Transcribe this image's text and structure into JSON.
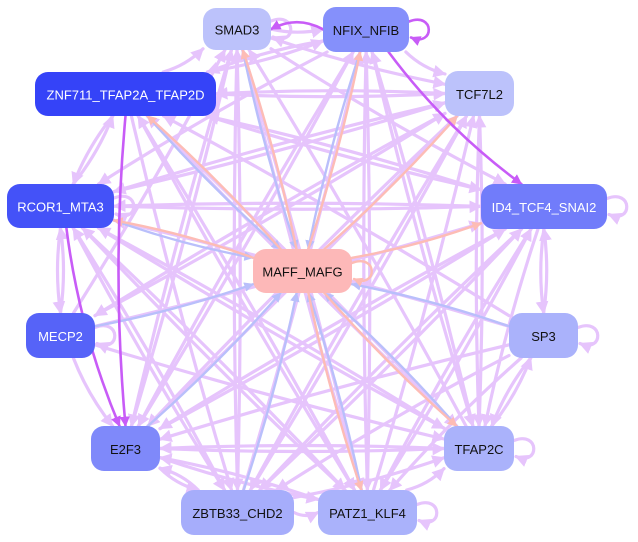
{
  "diagram": {
    "type": "directed-network",
    "nodes": [
      {
        "id": "SMAD3",
        "label": "SMAD3",
        "fill": "#bcc2fb",
        "text_color": "#111111"
      },
      {
        "id": "NFIX_NFIB",
        "label": "NFIX_NFIB",
        "fill": "#8590fb",
        "text_color": "#111111"
      },
      {
        "id": "ZNF711_TFAP2A_TFAP2D",
        "label": "ZNF711_TFAP2A_TFAP2D",
        "fill": "#3543f8",
        "text_color": "#ffffff"
      },
      {
        "id": "TCF7L2",
        "label": "TCF7L2",
        "fill": "#bcc2fb",
        "text_color": "#111111"
      },
      {
        "id": "RCOR1_MTA3",
        "label": "RCOR1_MTA3",
        "fill": "#4452f8",
        "text_color": "#ffffff"
      },
      {
        "id": "ID4_TCF4_SNAI2",
        "label": "ID4_TCF4_SNAI2",
        "fill": "#717cfa",
        "text_color": "#ffffff"
      },
      {
        "id": "MAFF_MAFG",
        "label": "MAFF_MAFG",
        "fill": "#fdb8b8",
        "text_color": "#111111"
      },
      {
        "id": "MECP2",
        "label": "MECP2",
        "fill": "#5663f8",
        "text_color": "#ffffff"
      },
      {
        "id": "SP3",
        "label": "SP3",
        "fill": "#aab2fb",
        "text_color": "#111111"
      },
      {
        "id": "E2F3",
        "label": "E2F3",
        "fill": "#7f89fa",
        "text_color": "#111111"
      },
      {
        "id": "TFAP2C",
        "label": "TFAP2C",
        "fill": "#aab2fb",
        "text_color": "#111111"
      },
      {
        "id": "ZBTB33_CHD2",
        "label": "ZBTB33_CHD2",
        "fill": "#a6adfb",
        "text_color": "#111111"
      },
      {
        "id": "PATZ1_KLF4",
        "label": "PATZ1_KLF4",
        "fill": "#aab2fb",
        "text_color": "#111111"
      }
    ],
    "edge_colors": {
      "regular": "#e6c4fc",
      "strong": "#c85cf7",
      "activating": "#fdbcb5",
      "repressing": "#b9bffb"
    },
    "edges": [
      {
        "from": "NFIX_NFIB",
        "to": "SMAD3",
        "kind": "strong"
      },
      {
        "from": "SMAD3",
        "to": "NFIX_NFIB",
        "kind": "regular"
      },
      {
        "from": "NFIX_NFIB",
        "to": "NFIX_NFIB",
        "kind": "strong"
      },
      {
        "from": "SMAD3",
        "to": "SMAD3",
        "kind": "regular"
      },
      {
        "from": "NFIX_NFIB",
        "to": "TCF7L2",
        "kind": "regular"
      },
      {
        "from": "NFIX_NFIB",
        "to": "ID4_TCF4_SNAI2",
        "kind": "strong"
      },
      {
        "from": "ID4_TCF4_SNAI2",
        "to": "ID4_TCF4_SNAI2",
        "kind": "regular"
      },
      {
        "from": "SP3",
        "to": "SP3",
        "kind": "regular"
      },
      {
        "from": "TFAP2C",
        "to": "TFAP2C",
        "kind": "regular"
      },
      {
        "from": "PATZ1_KLF4",
        "to": "PATZ1_KLF4",
        "kind": "regular"
      },
      {
        "from": "ZBTB33_CHD2",
        "to": "PATZ1_KLF4",
        "kind": "regular"
      },
      {
        "from": "MAFF_MAFG",
        "to": "MAFF_MAFG",
        "kind": "activating"
      },
      {
        "from": "ZNF711_TFAP2A_TFAP2D",
        "to": "RCOR1_MTA3",
        "kind": "regular"
      },
      {
        "from": "RCOR1_MTA3",
        "to": "ZNF711_TFAP2A_TFAP2D",
        "kind": "regular"
      },
      {
        "from": "ZNF711_TFAP2A_TFAP2D",
        "to": "E2F3",
        "kind": "strong"
      },
      {
        "from": "RCOR1_MTA3",
        "to": "E2F3",
        "kind": "strong"
      },
      {
        "from": "RCOR1_MTA3",
        "to": "MECP2",
        "kind": "regular"
      },
      {
        "from": "MECP2",
        "to": "RCOR1_MTA3",
        "kind": "regular"
      },
      {
        "from": "MECP2",
        "to": "E2F3",
        "kind": "regular"
      },
      {
        "from": "ID4_TCF4_SNAI2",
        "to": "SP3",
        "kind": "regular"
      },
      {
        "from": "SP3",
        "to": "ID4_TCF4_SNAI2",
        "kind": "regular"
      },
      {
        "from": "SP3",
        "to": "TFAP2C",
        "kind": "regular"
      },
      {
        "from": "TFAP2C",
        "to": "SP3",
        "kind": "regular"
      },
      {
        "from": "MAFF_MAFG",
        "to": "ZNF711_TFAP2A_TFAP2D",
        "kind": "activating"
      },
      {
        "from": "MAFF_MAFG",
        "to": "RCOR1_MTA3",
        "kind": "activating"
      },
      {
        "from": "MAFF_MAFG",
        "to": "TCF7L2",
        "kind": "activating"
      },
      {
        "from": "MAFF_MAFG",
        "to": "ID4_TCF4_SNAI2",
        "kind": "activating"
      },
      {
        "from": "MAFF_MAFG",
        "to": "TFAP2C",
        "kind": "activating"
      },
      {
        "from": "MAFF_MAFG",
        "to": "PATZ1_KLF4",
        "kind": "activating"
      },
      {
        "from": "MAFF_MAFG",
        "to": "SMAD3",
        "kind": "activating"
      },
      {
        "from": "MAFF_MAFG",
        "to": "NFIX_NFIB",
        "kind": "activating"
      },
      {
        "from": "NFIX_NFIB",
        "to": "MAFF_MAFG",
        "kind": "repressing"
      },
      {
        "from": "SMAD3",
        "to": "MAFF_MAFG",
        "kind": "repressing"
      },
      {
        "from": "ZNF711_TFAP2A_TFAP2D",
        "to": "MAFF_MAFG",
        "kind": "repressing"
      },
      {
        "from": "RCOR1_MTA3",
        "to": "MAFF_MAFG",
        "kind": "repressing"
      },
      {
        "from": "MECP2",
        "to": "MAFF_MAFG",
        "kind": "repressing"
      },
      {
        "from": "SP3",
        "to": "MAFF_MAFG",
        "kind": "repressing"
      },
      {
        "from": "E2F3",
        "to": "MAFF_MAFG",
        "kind": "repressing"
      },
      {
        "from": "ZBTB33_CHD2",
        "to": "MAFF_MAFG",
        "kind": "repressing"
      },
      {
        "from": "PATZ1_KLF4",
        "to": "MAFF_MAFG",
        "kind": "repressing"
      },
      {
        "from": "TFAP2C",
        "to": "MAFF_MAFG",
        "kind": "repressing"
      },
      {
        "from": "ZNF711_TFAP2A_TFAP2D",
        "to": "TCF7L2",
        "kind": "regular"
      },
      {
        "from": "ZNF711_TFAP2A_TFAP2D",
        "to": "ID4_TCF4_SNAI2",
        "kind": "regular"
      },
      {
        "from": "ZNF711_TFAP2A_TFAP2D",
        "to": "TFAP2C",
        "kind": "regular"
      },
      {
        "from": "ZNF711_TFAP2A_TFAP2D",
        "to": "PATZ1_KLF4",
        "kind": "regular"
      },
      {
        "from": "ZNF711_TFAP2A_TFAP2D",
        "to": "ZBTB33_CHD2",
        "kind": "regular"
      },
      {
        "from": "ZNF711_TFAP2A_TFAP2D",
        "to": "SMAD3",
        "kind": "regular"
      },
      {
        "from": "ZNF711_TFAP2A_TFAP2D",
        "to": "NFIX_NFIB",
        "kind": "regular"
      },
      {
        "from": "RCOR1_MTA3",
        "to": "ID4_TCF4_SNAI2",
        "kind": "regular"
      },
      {
        "from": "RCOR1_MTA3",
        "to": "TCF7L2",
        "kind": "regular"
      },
      {
        "from": "RCOR1_MTA3",
        "to": "TFAP2C",
        "kind": "regular"
      },
      {
        "from": "RCOR1_MTA3",
        "to": "PATZ1_KLF4",
        "kind": "regular"
      },
      {
        "from": "RCOR1_MTA3",
        "to": "ZBTB33_CHD2",
        "kind": "regular"
      },
      {
        "from": "RCOR1_MTA3",
        "to": "RCOR1_MTA3",
        "kind": "regular"
      },
      {
        "from": "MECP2",
        "to": "MECP2",
        "kind": "regular"
      },
      {
        "from": "MECP2",
        "to": "ID4_TCF4_SNAI2",
        "kind": "regular"
      },
      {
        "from": "MECP2",
        "to": "TFAP2C",
        "kind": "regular"
      },
      {
        "from": "MECP2",
        "to": "TCF7L2",
        "kind": "regular"
      },
      {
        "from": "MECP2",
        "to": "SMAD3",
        "kind": "regular"
      },
      {
        "from": "E2F3",
        "to": "TFAP2C",
        "kind": "regular"
      },
      {
        "from": "E2F3",
        "to": "ID4_TCF4_SNAI2",
        "kind": "regular"
      },
      {
        "from": "E2F3",
        "to": "TCF7L2",
        "kind": "regular"
      },
      {
        "from": "E2F3",
        "to": "SMAD3",
        "kind": "regular"
      },
      {
        "from": "E2F3",
        "to": "NFIX_NFIB",
        "kind": "regular"
      },
      {
        "from": "E2F3",
        "to": "ZBTB33_CHD2",
        "kind": "regular"
      },
      {
        "from": "E2F3",
        "to": "PATZ1_KLF4",
        "kind": "regular"
      },
      {
        "from": "ZBTB33_CHD2",
        "to": "SMAD3",
        "kind": "regular"
      },
      {
        "from": "ZBTB33_CHD2",
        "to": "NFIX_NFIB",
        "kind": "regular"
      },
      {
        "from": "ZBTB33_CHD2",
        "to": "ID4_TCF4_SNAI2",
        "kind": "regular"
      },
      {
        "from": "ZBTB33_CHD2",
        "to": "TCF7L2",
        "kind": "regular"
      },
      {
        "from": "ZBTB33_CHD2",
        "to": "TFAP2C",
        "kind": "regular"
      },
      {
        "from": "ZBTB33_CHD2",
        "to": "E2F3",
        "kind": "regular"
      },
      {
        "from": "ZBTB33_CHD2",
        "to": "RCOR1_MTA3",
        "kind": "regular"
      },
      {
        "from": "PATZ1_KLF4",
        "to": "SMAD3",
        "kind": "regular"
      },
      {
        "from": "PATZ1_KLF4",
        "to": "NFIX_NFIB",
        "kind": "regular"
      },
      {
        "from": "PATZ1_KLF4",
        "to": "TCF7L2",
        "kind": "regular"
      },
      {
        "from": "PATZ1_KLF4",
        "to": "ID4_TCF4_SNAI2",
        "kind": "regular"
      },
      {
        "from": "PATZ1_KLF4",
        "to": "E2F3",
        "kind": "regular"
      },
      {
        "from": "PATZ1_KLF4",
        "to": "RCOR1_MTA3",
        "kind": "regular"
      },
      {
        "from": "PATZ1_KLF4",
        "to": "ZNF711_TFAP2A_TFAP2D",
        "kind": "regular"
      },
      {
        "from": "PATZ1_KLF4",
        "to": "TFAP2C",
        "kind": "regular"
      },
      {
        "from": "TFAP2C",
        "to": "E2F3",
        "kind": "regular"
      },
      {
        "from": "TFAP2C",
        "to": "ZNF711_TFAP2A_TFAP2D",
        "kind": "regular"
      },
      {
        "from": "TFAP2C",
        "to": "RCOR1_MTA3",
        "kind": "regular"
      },
      {
        "from": "TFAP2C",
        "to": "TCF7L2",
        "kind": "regular"
      },
      {
        "from": "TFAP2C",
        "to": "SMAD3",
        "kind": "regular"
      },
      {
        "from": "TFAP2C",
        "to": "NFIX_NFIB",
        "kind": "regular"
      },
      {
        "from": "SP3",
        "to": "E2F3",
        "kind": "regular"
      },
      {
        "from": "SP3",
        "to": "ZNF711_TFAP2A_TFAP2D",
        "kind": "regular"
      },
      {
        "from": "SP3",
        "to": "RCOR1_MTA3",
        "kind": "regular"
      },
      {
        "from": "SP3",
        "to": "PATZ1_KLF4",
        "kind": "regular"
      },
      {
        "from": "SP3",
        "to": "ZBTB33_CHD2",
        "kind": "regular"
      },
      {
        "from": "ID4_TCF4_SNAI2",
        "to": "RCOR1_MTA3",
        "kind": "regular"
      },
      {
        "from": "ID4_TCF4_SNAI2",
        "to": "E2F3",
        "kind": "regular"
      },
      {
        "from": "ID4_TCF4_SNAI2",
        "to": "TFAP2C",
        "kind": "regular"
      },
      {
        "from": "ID4_TCF4_SNAI2",
        "to": "PATZ1_KLF4",
        "kind": "regular"
      },
      {
        "from": "ID4_TCF4_SNAI2",
        "to": "ZBTB33_CHD2",
        "kind": "regular"
      },
      {
        "from": "ID4_TCF4_SNAI2",
        "to": "ZNF711_TFAP2A_TFAP2D",
        "kind": "regular"
      },
      {
        "from": "TCF7L2",
        "to": "ZNF711_TFAP2A_TFAP2D",
        "kind": "regular"
      },
      {
        "from": "TCF7L2",
        "to": "RCOR1_MTA3",
        "kind": "regular"
      },
      {
        "from": "TCF7L2",
        "to": "E2F3",
        "kind": "regular"
      },
      {
        "from": "TCF7L2",
        "to": "TFAP2C",
        "kind": "regular"
      },
      {
        "from": "TCF7L2",
        "to": "MECP2",
        "kind": "regular"
      },
      {
        "from": "TCF7L2",
        "to": "ZBTB33_CHD2",
        "kind": "regular"
      },
      {
        "from": "SMAD3",
        "to": "ZBTB33_CHD2",
        "kind": "regular"
      },
      {
        "from": "SMAD3",
        "to": "PATZ1_KLF4",
        "kind": "regular"
      },
      {
        "from": "SMAD3",
        "to": "ID4_TCF4_SNAI2",
        "kind": "regular"
      },
      {
        "from": "SMAD3",
        "to": "TCF7L2",
        "kind": "regular"
      },
      {
        "from": "SMAD3",
        "to": "E2F3",
        "kind": "regular"
      },
      {
        "from": "NFIX_NFIB",
        "to": "E2F3",
        "kind": "regular"
      },
      {
        "from": "NFIX_NFIB",
        "to": "TFAP2C",
        "kind": "regular"
      },
      {
        "from": "NFIX_NFIB",
        "to": "PATZ1_KLF4",
        "kind": "regular"
      },
      {
        "from": "NFIX_NFIB",
        "to": "ZNF711_TFAP2A_TFAP2D",
        "kind": "regular"
      },
      {
        "from": "NFIX_NFIB",
        "to": "RCOR1_MTA3",
        "kind": "regular"
      }
    ]
  }
}
